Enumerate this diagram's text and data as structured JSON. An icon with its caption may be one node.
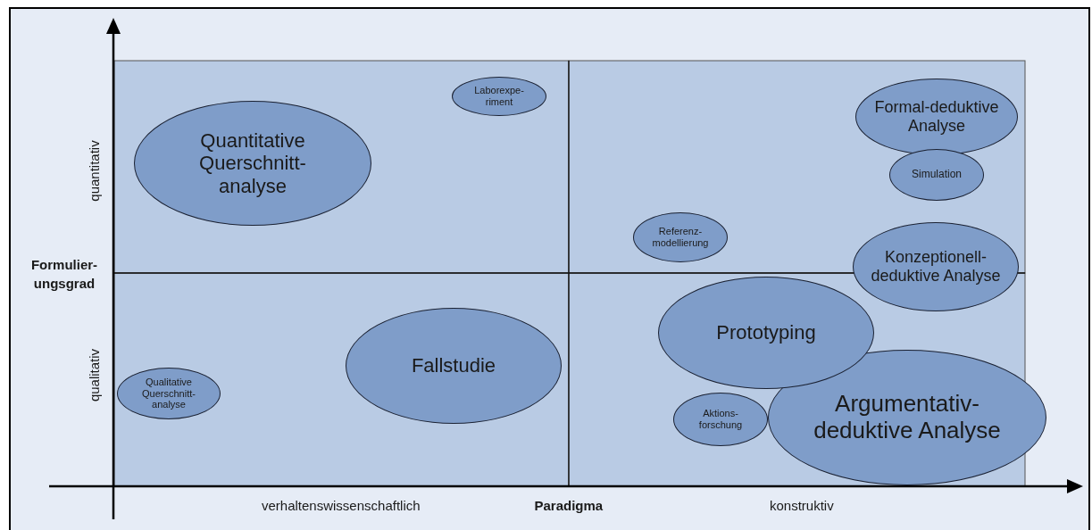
{
  "diagram": {
    "nodes": [
      {
        "text": [
          "Laborexpe- riment"
        ]
      },
      {
        "text": [
          "Formal-deduktive Analyse"
        ]
      },
      {
        "text": [
          "Quantitative Querschnitt- analyse"
        ]
      },
      {
        "text": [
          "Simulation"
        ]
      },
      {
        "text": [
          "Referenz- modellierung"
        ]
      },
      {
        "text": [
          "Konzeptionell- deduktive Analyse"
        ]
      },
      {
        "text": [
          "Argumentativ- deduktive Analyse"
        ]
      },
      {
        "text": [
          "Prototyping"
        ]
      },
      {
        "text": [
          "Fallstudie"
        ]
      },
      {
        "text": [
          "Qualitative Querschnitt- analyse"
        ]
      },
      {
        "text": [
          "Aktions- forschung"
        ]
      }
    ],
    "labels": [
      "quantitativ",
      "Formulier- ungsgrad",
      "qualitativ",
      "verhaltenswissenschaftlich",
      "Paradigma",
      "konstruktiv"
    ]
  }
}
